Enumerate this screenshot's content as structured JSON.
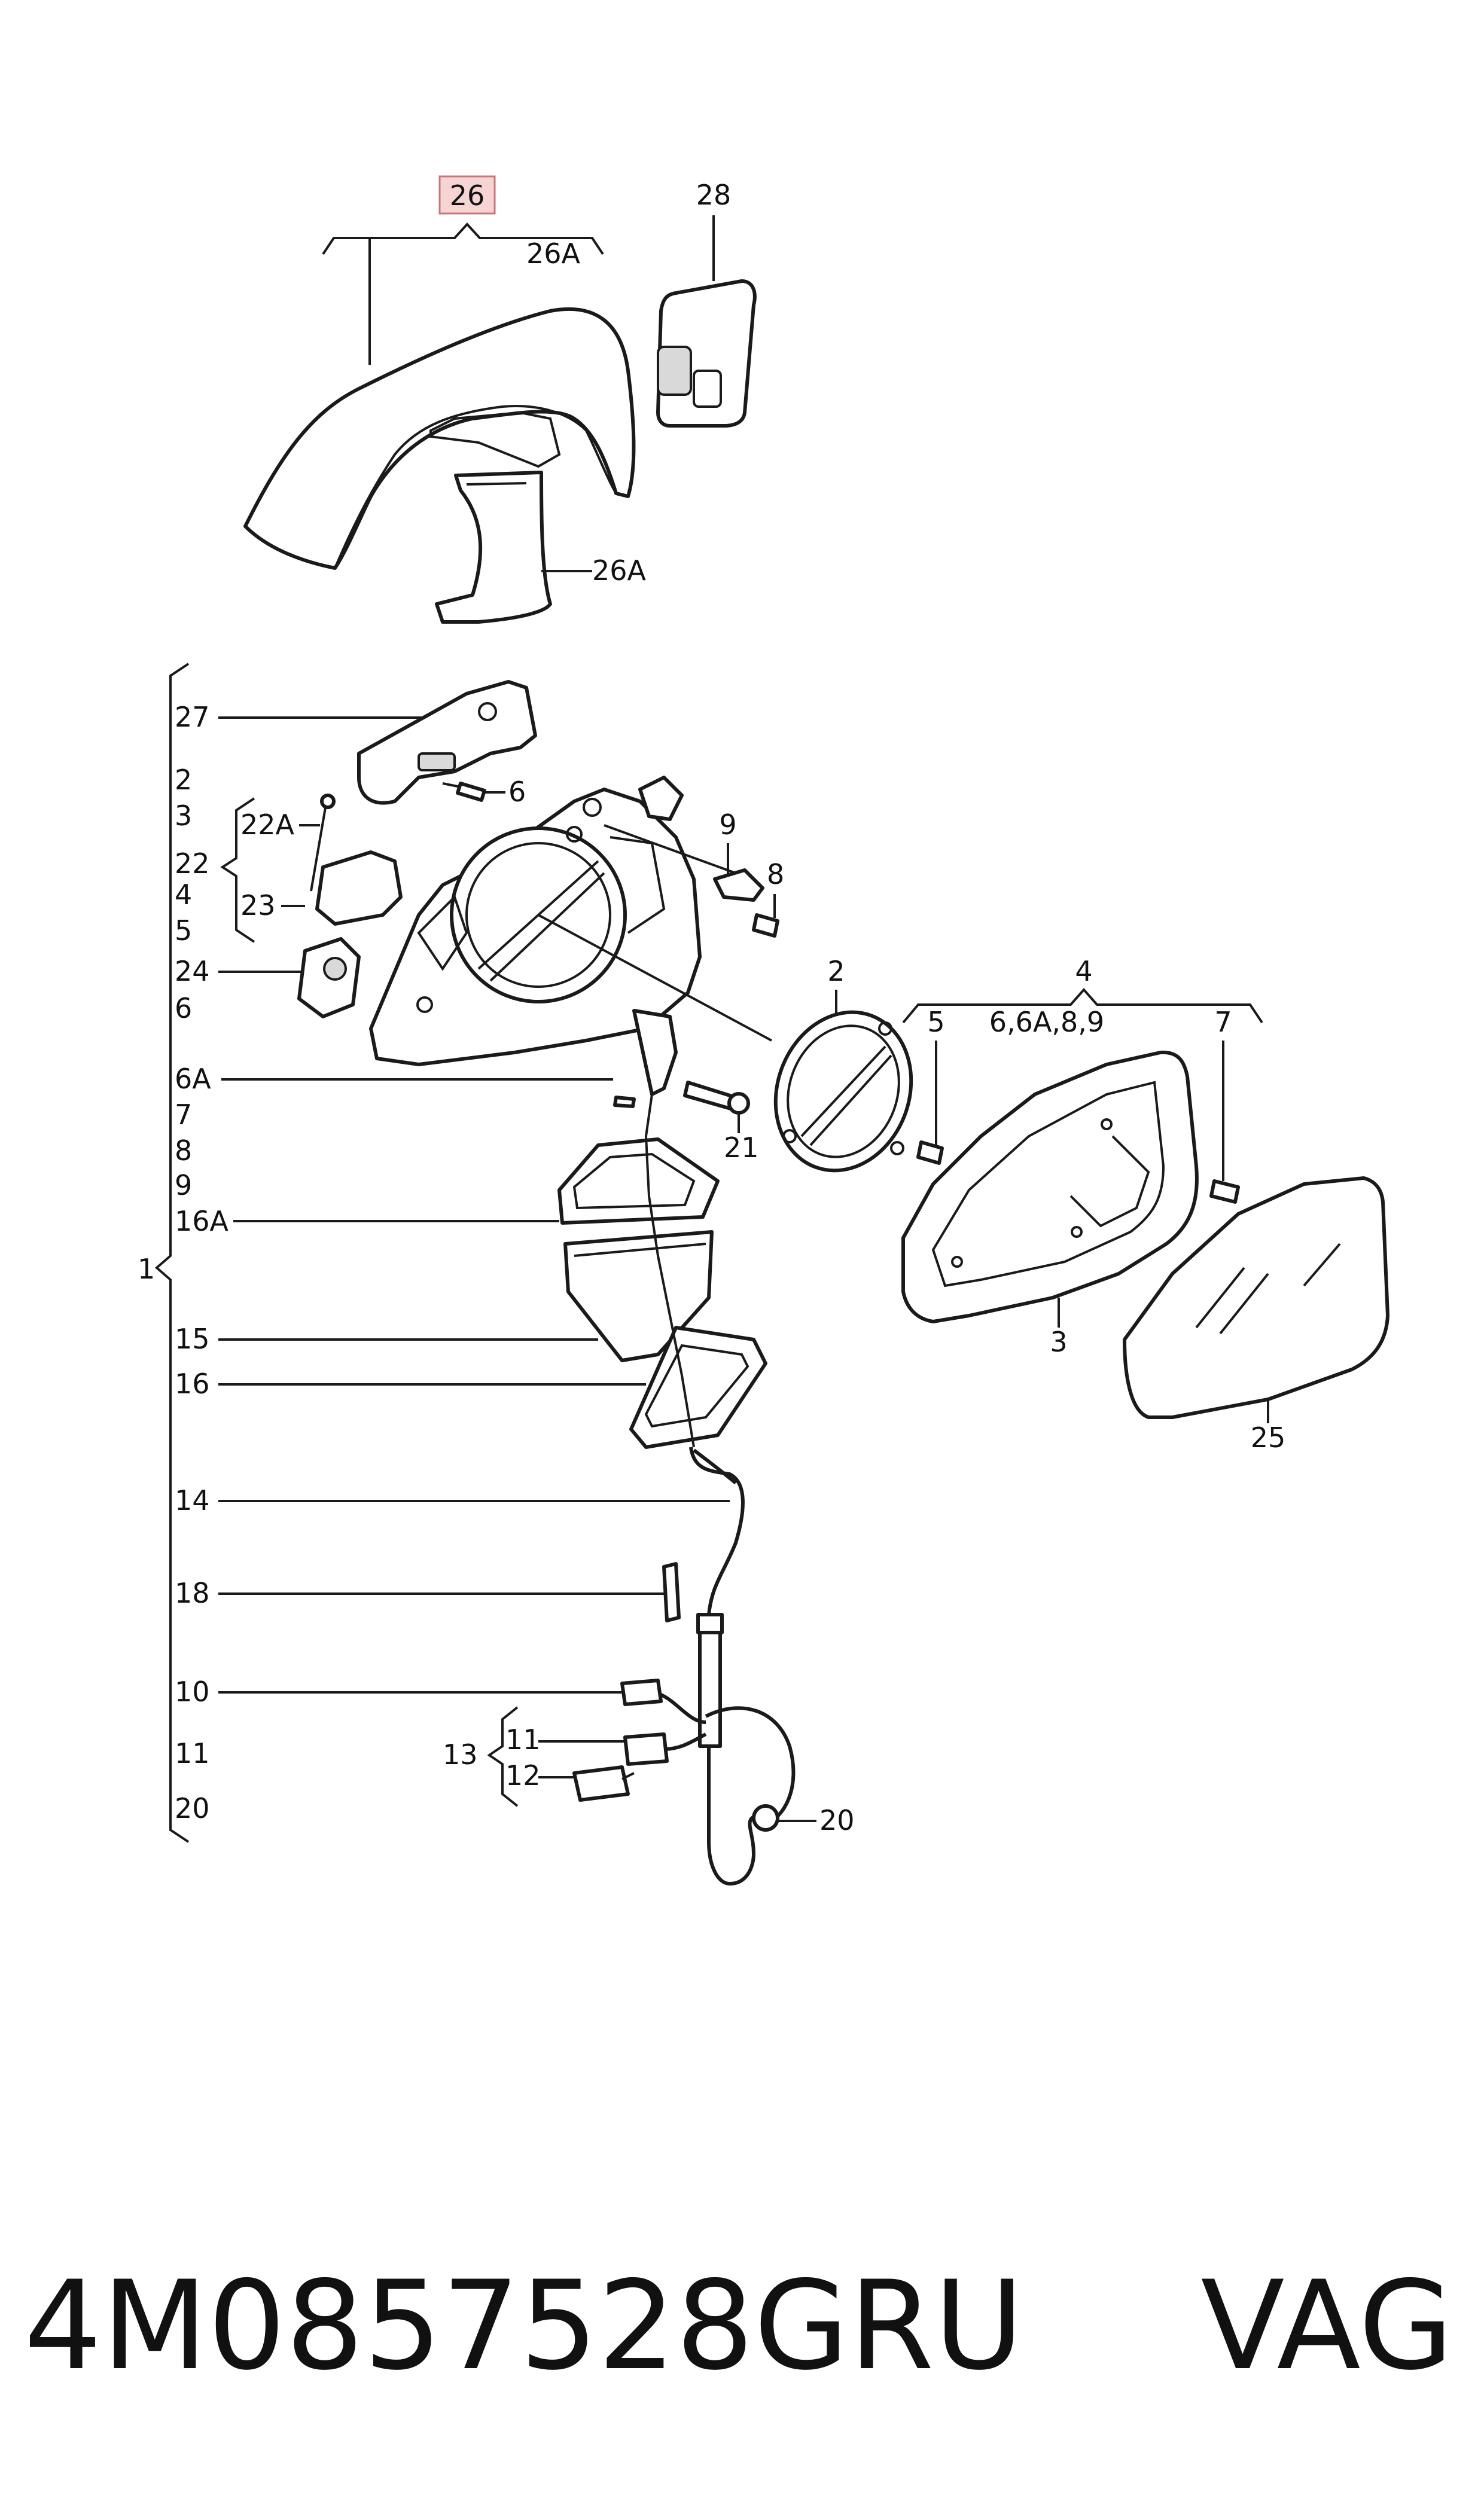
{
  "labels": {
    "l26": "26",
    "l26a_top": "26A",
    "l28": "28",
    "l26a_side": "26A",
    "l27": "27",
    "l6_a": "6",
    "l2": "2",
    "l3": "3",
    "l22": "22",
    "l4": "4",
    "l5": "5",
    "l22a": "22A",
    "l23": "23",
    "l24": "24",
    "l6": "6",
    "l6a": "6A",
    "l7": "7",
    "l8": "8",
    "l9": "9",
    "l16a": "16A",
    "l1": "1",
    "l15": "15",
    "l16": "16",
    "l14": "14",
    "l18": "18",
    "l10": "10",
    "l11": "11",
    "l20": "20",
    "l13": "13",
    "l11b": "11",
    "l12": "12",
    "l20b": "20",
    "p9": "9",
    "p8": "8",
    "p21": "21",
    "p2": "2",
    "r4": "4",
    "r5": "5",
    "r6689": "6,6A,8,9",
    "r7": "7",
    "r3": "3",
    "r25": "25"
  },
  "footer": {
    "part_number": "4M0857528GRU",
    "brand": "VAG"
  },
  "colors": {
    "highlight_box_fill": "#f6d4d4",
    "highlight_box_stroke": "#c77777",
    "ink": "#1a1a1a"
  }
}
